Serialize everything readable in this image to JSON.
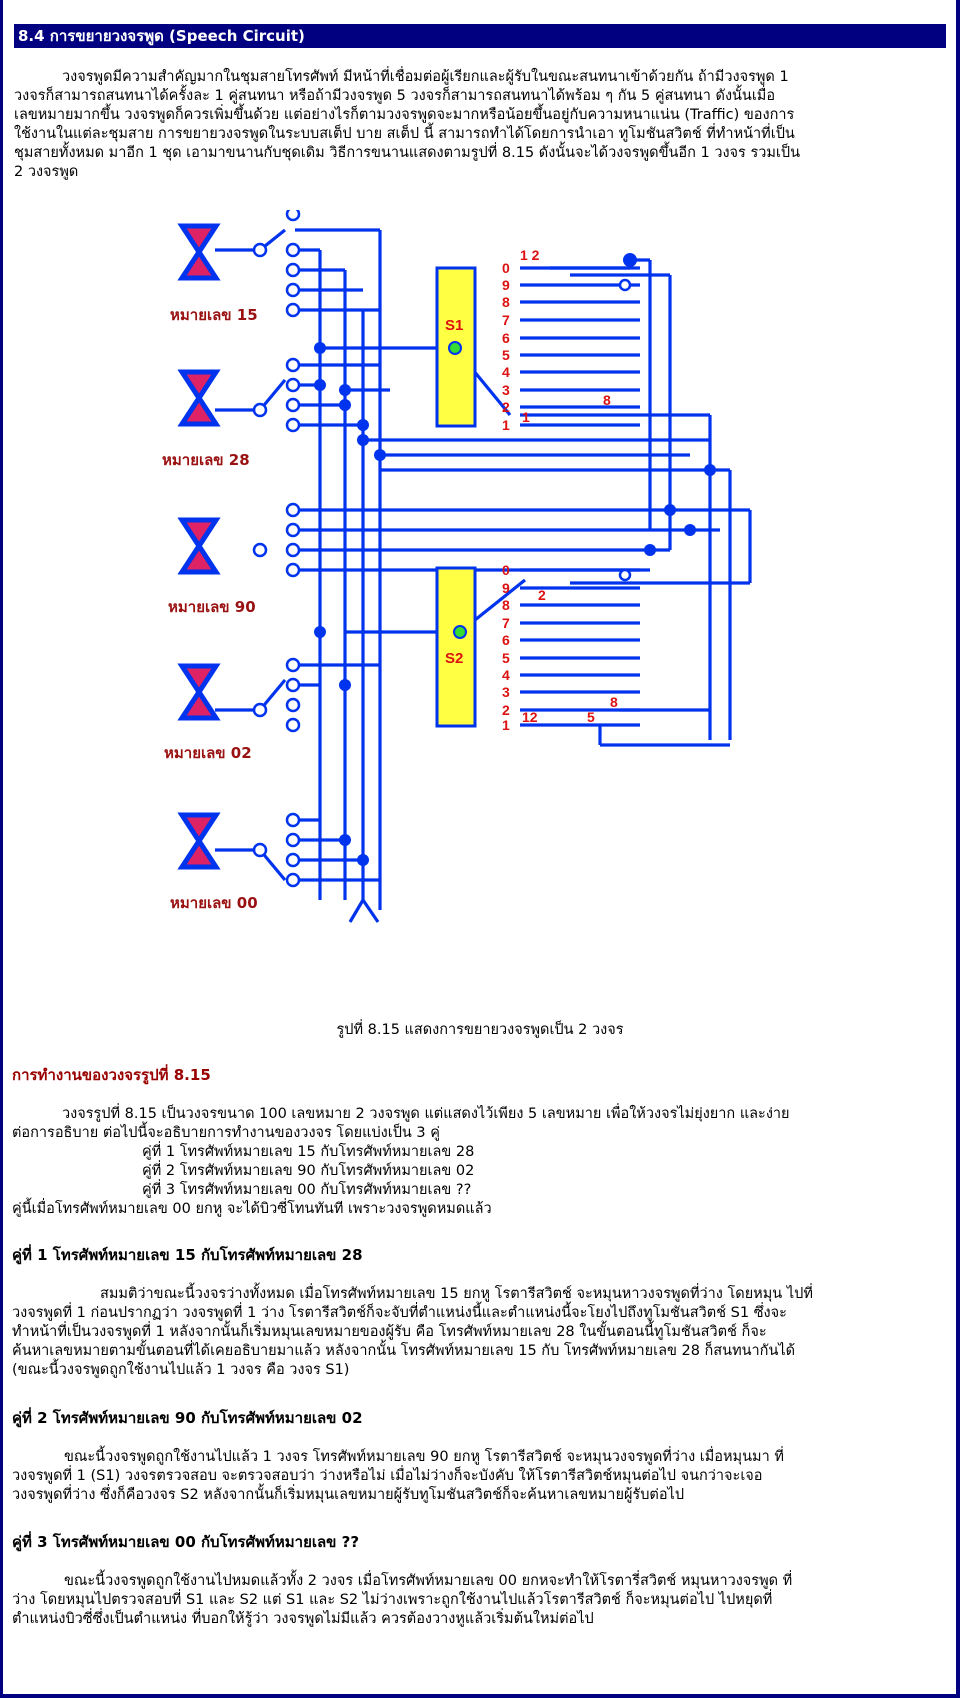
{
  "section": {
    "title": "8.4 การขยายวงจรพูด (Speech Circuit)"
  },
  "intro": {
    "lines": [
      "วงจรพูดมีความสำคัญมากในชุมสายโทรศัพท์ มีหน้าที่เชื่อมต่อผู้เรียกและผู้รับในขณะสนทนาเข้าด้วยกัน ถ้ามีวงจรพูด 1",
      "วงจรก็สามารถสนทนาได้ครั้งละ 1 คู่สนทนา หรือถ้ามีวงจรพูด 5 วงจรก็สามารถสนทนาได้พร้อม ๆ กัน 5 คู่สนทนา ดังนั้นเมื่อ",
      "เลขหมายมากขึ้น วงจรพูดก็ควรเพิ่มขึ้นด้วย แต่อย่างไรก็ตามวงจรพูดจะมากหรือน้อยขึ้นอยู่กับความหนาแน่น (Traffic) ของการ",
      "ใช้งานในแต่ละชุมสาย การขยายวงจรพูดในระบบสเต็ป บาย สเต็ป นี้ สามารถทำได้โดยการนำเอา ทูโมชันสวิตช์ ที่ทำหน้าที่เป็น",
      "ชุมสายทั้งหมด มาอีก 1 ชุด เอามาขนานกับชุดเดิม วิธีการขนานแสดงตามรูปที่ 8.15 ดังนั้นจะได้วงจรพูดขึ้นอีก 1 วงจร รวมเป็น",
      "2 วงจรพูด"
    ]
  },
  "figure": {
    "phones": [
      "หมายเลข 15",
      "หมายเลข 28",
      "หมายเลข 90",
      "หมายเลข 02",
      "หมายเลข 00"
    ],
    "switch1": {
      "label": "S1",
      "digits": [
        "0",
        "9",
        "8",
        "7",
        "6",
        "5",
        "4",
        "3",
        "2",
        "1"
      ],
      "marks": [
        "1 2",
        "8",
        "1"
      ]
    },
    "switch2": {
      "label": "S2",
      "digits": [
        "0",
        "9",
        "8",
        "7",
        "6",
        "5",
        "4",
        "3",
        "2",
        "1"
      ],
      "marks": [
        "2",
        "8",
        "12",
        "5"
      ]
    },
    "caption": "รูปที่ 8.15 แสดงการขยายวงจรพูดเป็น 2 วงจร",
    "colors": {
      "wire": "#0033ee",
      "switch_fill": "#ffff44",
      "phone": "#dd2266",
      "label": "#991111",
      "digit": "#dd1111"
    }
  },
  "operation": {
    "heading": "การทำงานของวงจรรูปที่ 8.15",
    "lines": [
      "วงจรรูปที่ 8.15 เป็นวงจรขนาด 100 เลขหมาย 2 วงจรพูด แต่แสดงไว้เพียง 5 เลขหมาย เพื่อให้วงจรไม่ยุ่งยาก และง่าย",
      "ต่อการอธิบาย ต่อไปนี้จะอธิบายการทำงานของวงจร โดยแบ่งเป็น 3 คู่"
    ],
    "pairs": [
      "คู่ที่ 1 โทรศัพท์หมายเลข 15 กับโทรศัพท์หมายเลข 28",
      "คู่ที่ 2 โทรศัพท์หมายเลข 90 กับโทรศัพท์หมายเลข 02",
      "คู่ที่ 3 โทรศัพท์หมายเลข 00 กับโทรศัพท์หมายเลข ??"
    ],
    "note": "คู่นี้เมื่อโทรศัพท์หมายเลข 00 ยกหู จะได้บิวซี่โทนทันที เพราะวงจรพูดหมดแล้ว"
  },
  "pair1": {
    "heading": "คู่ที่ 1 โทรศัพท์หมายเลข 15 กับโทรศัพท์หมายเลข 28",
    "lines": [
      "สมมติว่าขณะนี้วงจรว่างทั้งหมด เมื่อโทรศัพท์หมายเลข 15 ยกหู โรตารีสวิตช์ จะหมุนหาวงจรพูดที่ว่าง โดยหมุน ไปที่",
      "วงจรพูดที่ 1 ก่อนปรากฏว่า วงจรพูดที่ 1 ว่าง โรตารีสวิตช์ก็จะจับที่ตำแหน่งนี้และตำแหน่งนี้จะโยงไปถึงทูโมชันสวิตช์ S1 ซึ่งจะ",
      "ทำหน้าที่เป็นวงจรพูดที่ 1 หลังจากนั้นก็เริ่มหมุนเลขหมายของผู้รับ คือ โทรศัพท์หมายเลข 28 ในขั้นตอนนี้ทูโมชันสวิตช์ ก็จะ",
      "ค้นหาเลขหมายตามขั้นตอนที่ได้เคยอธิบายมาแล้ว หลังจากนั้น โทรศัพท์หมายเลข 15 กับ โทรศัพท์หมายเลข 28 ก็สนทนากันได้",
      "(ขณะนี้วงจรพูดถูกใช้งานไปแล้ว 1 วงจร คือ วงจร S1)"
    ]
  },
  "pair2": {
    "heading": "คู่ที่ 2 โทรศัพท์หมายเลข 90 กับโทรศัพท์หมายเลข 02",
    "lines": [
      "ขณะนี้วงจรพูดถูกใช้งานไปแล้ว 1 วงจร โทรศัพท์หมายเลข 90 ยกหู โรตารีสวิตช์ จะหมุนวงจรพูดที่ว่าง เมื่อหมุนมา ที่",
      "วงจรพูดที่ 1 (S1) วงจรตรวจสอบ จะตรวจสอบว่า ว่างหรือไม่ เมื่อไม่ว่างก็จะบังคับ ให้โรตารีสวิตช์หมุนต่อไป จนกว่าจะเจอ",
      "วงจรพูดที่ว่าง ซึ่งก็คือวงจร S2 หลังจากนั้นก็เริ่มหมุนเลขหมายผู้รับทูโมชันสวิตช์ก็จะค้นหาเลขหมายผู้รับต่อไป"
    ]
  },
  "pair3": {
    "heading": "คู่ที่ 3 โทรศัพท์หมายเลข 00 กับโทรศัพท์หมายเลข ??",
    "lines": [
      "ขณะนี้วงจรพูดถูกใช้งานไปหมดแล้วทั้ง 2 วงจร เมื่อโทรศัพท์หมายเลข 00 ยกหจะทำให้โรตารี่สวิตช์ หมุนหาวงจรพูด ที่",
      "ว่าง โดยหมุนไปตรวจสอบที่ S1 และ S2 แต่ S1 และ S2 ไม่ว่างเพราะถูกใช้งานไปแล้วโรตารีสวิตช์ ก็จะหมุนต่อไป ไปหยุดที่",
      "ตำแหน่งบิวซี่ซึ่งเป็นตำแหน่ง ที่บอกให้รู้ว่า วงจรพูดไม่มีแล้ว ควรต้องวางหูแล้วเริ่มต้นใหม่ต่อไป"
    ]
  }
}
